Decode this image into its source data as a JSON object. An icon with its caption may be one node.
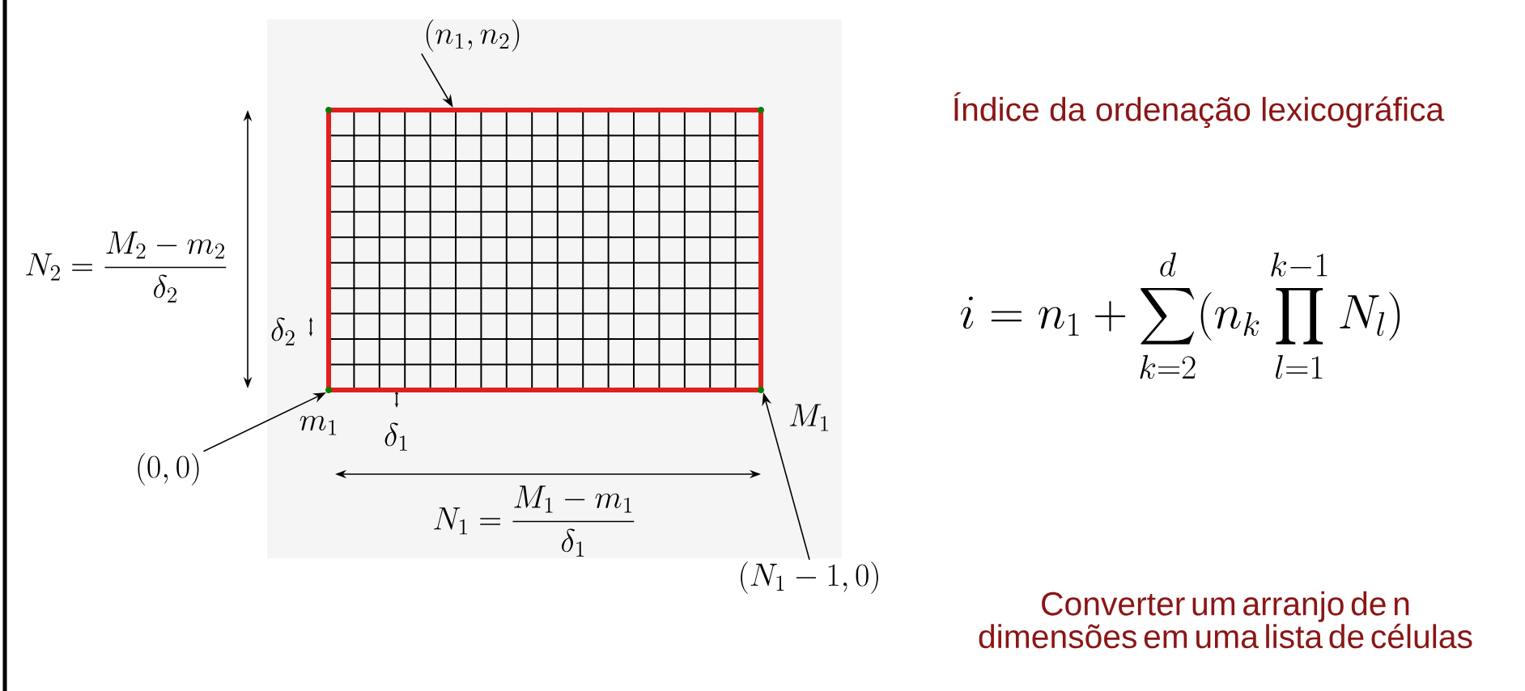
{
  "diagram": {
    "nodes": [
      {
        "text": [],
        "shape": "picture"
      },
      {
        "text": [
          "(n_1,n_2)"
        ]
      },
      {
        "text": [
          "(0,0)"
        ]
      },
      {
        "text": [
          "(N_1-1,0)"
        ]
      }
    ],
    "edges": [
      {
        "from": 1,
        "to": 0,
        "arrow": "to"
      },
      {
        "from": 2,
        "to": 0,
        "arrow": "to"
      },
      {
        "from": 3,
        "to": 0,
        "arrow": "to"
      }
    ],
    "labels": [
      "Índice da ordenação lexicográfica",
      "i=n_1+\\sum_{k=2}^{d}(n_k\\prod_{l=1}^{k-1}N_l)",
      "N_2=\\frac{M_2-m_2}{\\delta_2}",
      "\\delta_2",
      "m_1",
      "\\delta_1",
      "M_1",
      "N_1=\\frac{M_1-m_1}{\\delta_1}",
      "Converter um arranjo de n dimensões em uma lista de células"
    ]
  }
}
